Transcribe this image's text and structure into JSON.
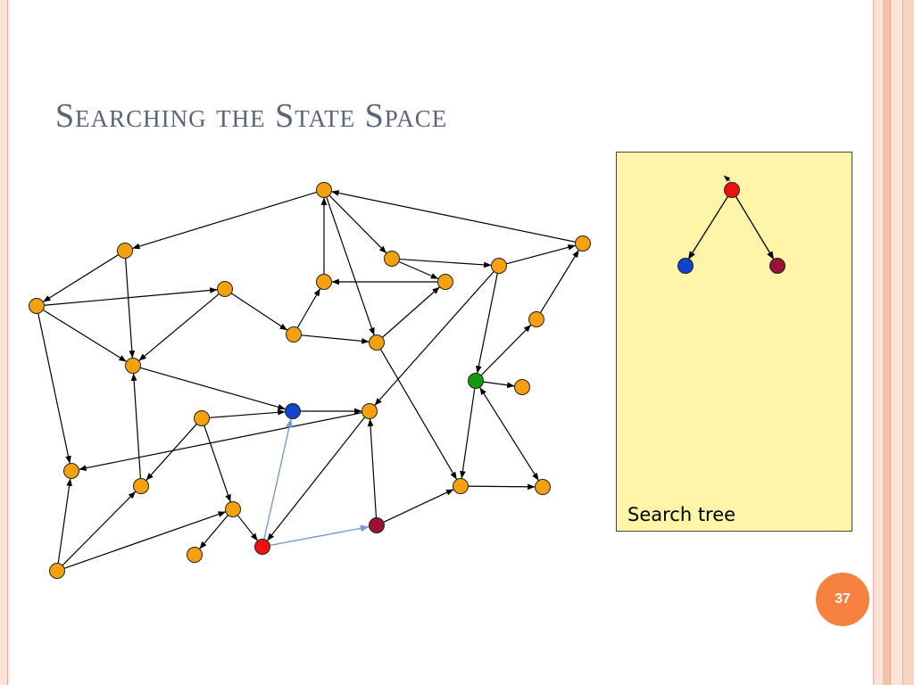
{
  "slide": {
    "title": "Searching the State Space",
    "page_number": "37"
  },
  "search_tree": {
    "label": "Search tree"
  },
  "colors": {
    "state": "#f5a10e",
    "start": "#ee1111",
    "child_a": "#1144cc",
    "child_b": "#991133",
    "goal": "#119911",
    "edge": "#000000",
    "explored_edge": "#7a9ccc",
    "panel": "#fff5a8",
    "badge": "#f7813f"
  }
}
